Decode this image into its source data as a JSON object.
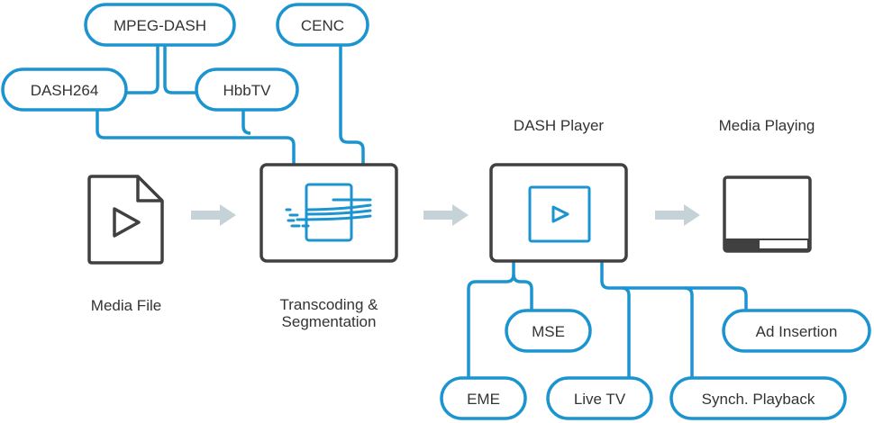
{
  "colors": {
    "accent": "#1c94d0",
    "outline": "#404040",
    "arrow": "#c5d2d8",
    "text": "#333333"
  },
  "pills": {
    "mpeg_dash": "MPEG-DASH",
    "cenc": "CENC",
    "dash264": "DASH264",
    "hbbtv": "HbbTV",
    "mse": "MSE",
    "ad_insertion": "Ad Insertion",
    "eme": "EME",
    "live_tv": "Live TV",
    "synch_playback": "Synch. Playback"
  },
  "labels": {
    "media_file": "Media File",
    "transcoding_line1": "Transcoding &",
    "transcoding_line2": "Segmentation",
    "dash_player": "DASH Player",
    "media_playing": "Media Playing"
  },
  "icons": {
    "media_file": "document-play-icon",
    "transcoding": "transcoder-icon",
    "dash_player": "player-play-icon",
    "media_playing": "screen-progress-icon",
    "flow_arrow": "arrow-right-icon"
  }
}
